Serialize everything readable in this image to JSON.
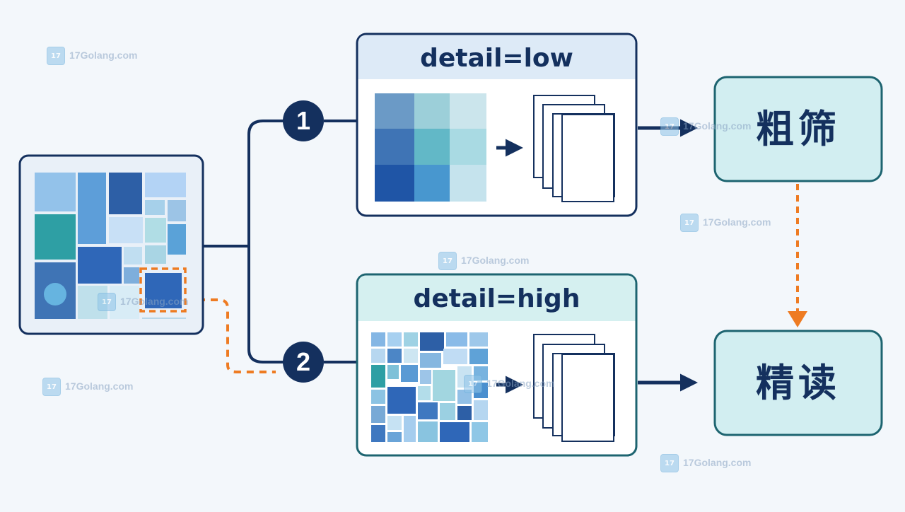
{
  "nodes": {
    "branch_low": {
      "title": "detail=low"
    },
    "branch_high": {
      "title": "detail=high"
    },
    "coarse": {
      "label": "粗筛"
    },
    "fine": {
      "label": "精读"
    }
  },
  "badges": [
    "1",
    "2"
  ],
  "watermark": {
    "text": "17Golang.com"
  },
  "colors": {
    "navy": "#14305e",
    "orange": "#ee7b22",
    "header_low": "#ddeaf7",
    "header_high": "#d5f0f0",
    "result_box": "#d2eef1",
    "result_border": "#1d6470"
  }
}
